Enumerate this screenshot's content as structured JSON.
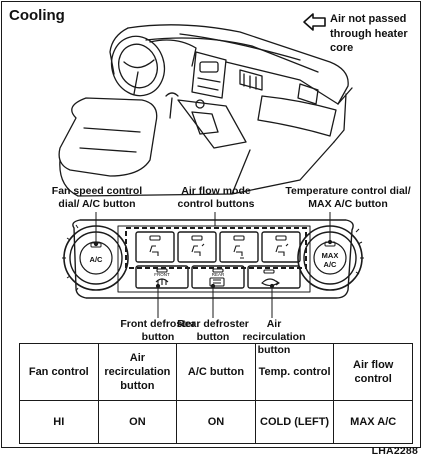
{
  "title": "Cooling",
  "legend": {
    "icon": "outline-arrow-left-icon",
    "text": "Air not passed through heater core"
  },
  "labels": {
    "fan_dial": "Fan speed control dial/ A/C button",
    "air_flow_mode": "Air flow mode control buttons",
    "temp_dial": "Temperature control dial/ MAX A/C button",
    "front_defroster": "Front defroster button",
    "rear_defroster": "Rear defroster button",
    "air_recirc": "Air recirculation button"
  },
  "panel": {
    "left_knob": "A/C",
    "right_knob_line1": "MAX",
    "right_knob_line2": "A/C",
    "front_button": "FRONT",
    "rear_button": "REAR"
  },
  "table": {
    "headers": [
      "Fan control",
      "Air recirculation button",
      "A/C button",
      "Temp. control",
      "Air flow control"
    ],
    "row": [
      "HI",
      "ON",
      "ON",
      "COLD (LEFT)",
      "MAX A/C"
    ]
  },
  "figure_code": "LHA2288"
}
